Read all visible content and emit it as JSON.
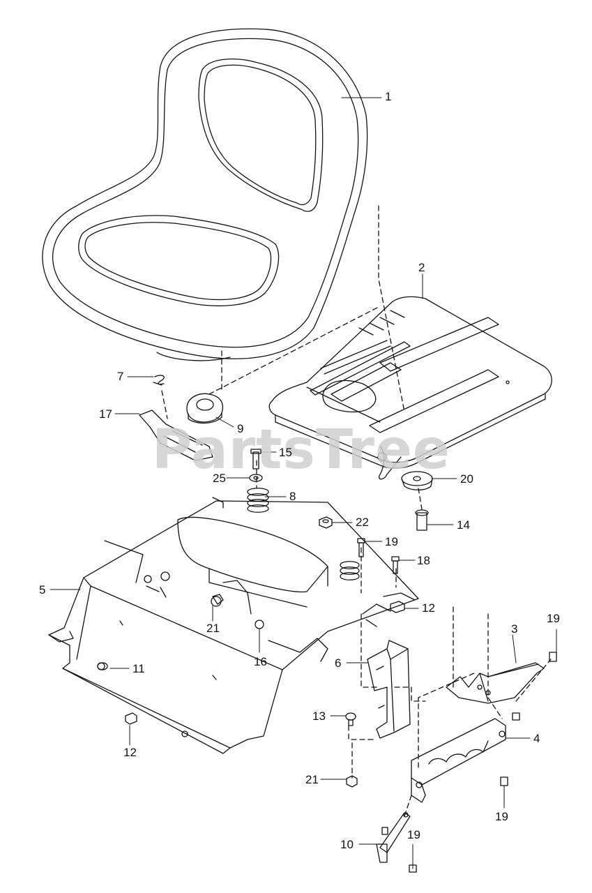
{
  "watermark": "PartsTree",
  "callouts": [
    {
      "id": "c1",
      "text": "1"
    },
    {
      "id": "c2",
      "text": "2"
    },
    {
      "id": "c3",
      "text": "3"
    },
    {
      "id": "c4",
      "text": "4"
    },
    {
      "id": "c5",
      "text": "5"
    },
    {
      "id": "c6",
      "text": "6"
    },
    {
      "id": "c7",
      "text": "7"
    },
    {
      "id": "c8",
      "text": "8"
    },
    {
      "id": "c9",
      "text": "9"
    },
    {
      "id": "c10",
      "text": "10"
    },
    {
      "id": "c11",
      "text": "11"
    },
    {
      "id": "c12a",
      "text": "12"
    },
    {
      "id": "c12b",
      "text": "12"
    },
    {
      "id": "c13",
      "text": "13"
    },
    {
      "id": "c14",
      "text": "14"
    },
    {
      "id": "c15",
      "text": "15"
    },
    {
      "id": "c16",
      "text": "16"
    },
    {
      "id": "c17",
      "text": "17"
    },
    {
      "id": "c18",
      "text": "18"
    },
    {
      "id": "c19a",
      "text": "19"
    },
    {
      "id": "c19b",
      "text": "19"
    },
    {
      "id": "c19c",
      "text": "19"
    },
    {
      "id": "c19d",
      "text": "19"
    },
    {
      "id": "c20",
      "text": "20"
    },
    {
      "id": "c21a",
      "text": "21"
    },
    {
      "id": "c21b",
      "text": "21"
    },
    {
      "id": "c22",
      "text": "22"
    },
    {
      "id": "c25",
      "text": "25"
    }
  ]
}
